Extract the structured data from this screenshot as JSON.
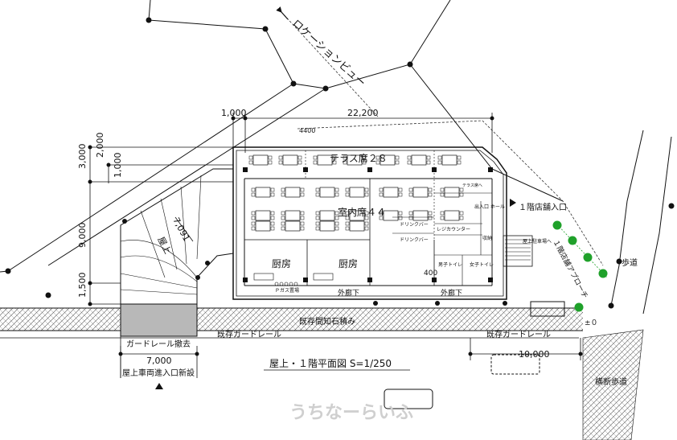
{
  "title": "屋上・１階平面図 S=1/250",
  "labels": {
    "location_view": "ロケーションビュー",
    "dim_1000_top": "1,000",
    "dim_22200": "22,200",
    "dim_4400": "4400",
    "dim_3000": "3,000",
    "dim_2000": "2,000",
    "dim_1000_left": "1,000",
    "dim_9000": "9,000",
    "dim_1500": "1,500",
    "dim_7091": "7,091",
    "dim_7000": "7,000",
    "dim_10000": "10,000",
    "dim_400": "400",
    "terrace_seats": "テラス席２８",
    "indoor_seats": "室内席４４",
    "kitchen_1": "厨房",
    "kitchen_2": "厨房",
    "corridor_left": "外廊下",
    "corridor_right": "外廊下",
    "drink_bar_1": "ドリンクバー",
    "drink_bar_2": "ドリンクバー",
    "register": "レジカウンター",
    "entrance_hall": "出入口\nホール",
    "to_terrace": "テラス席へ",
    "storage": "収納",
    "mens_toilet": "男子トイレ",
    "womens_toilet": "女子トイレ",
    "gas_area": "Ｐガス置場",
    "store_entrance": "１階店舗入口",
    "rooftop_parking": "屋上駐車場へ",
    "store_flow": "１階店舗アプローチ",
    "sidewalk": "歩道",
    "crosswalk": "横断歩道",
    "rooftop": "屋上",
    "retaining_wall": "既存間知石積み",
    "guardrail_left": "既存ガードレール",
    "guardrail_right": "既存ガードレール",
    "guardrail_removal": "ガードレール撤去",
    "new_entrance": "屋上車両進入口新設",
    "plus_zero": "±０",
    "watermark": "うちなーらいふ"
  },
  "colors": {
    "line": "#111111",
    "hatch_fill": "#b8b8b8",
    "tree": "#1fa12a",
    "watermark": "#cfcfcf"
  }
}
